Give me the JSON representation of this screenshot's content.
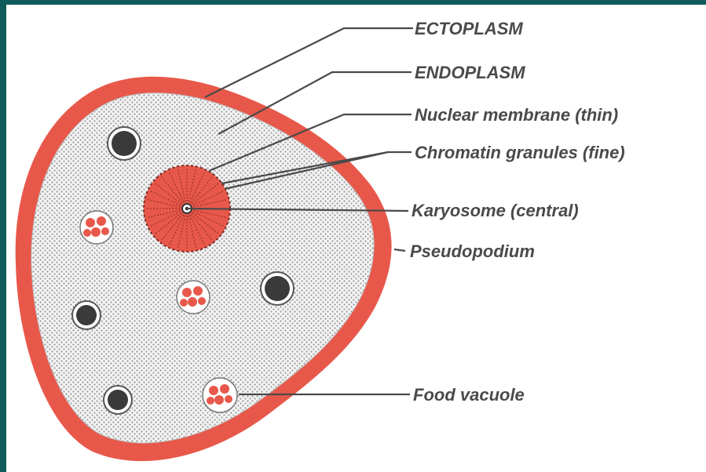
{
  "colors": {
    "background_border": "#0f5c5c",
    "ectoplasm": "#e8584a",
    "nucleus": "#e8584a",
    "food_vacuole": "#e8584a",
    "label_text": "#4a4a4a",
    "inclusion_dark": "#3a3a3a"
  },
  "labels": {
    "ectoplasm": "ECTOPLASM",
    "endoplasm": "ENDOPLASM",
    "nuclear_membrane": "Nuclear membrane (thin)",
    "chromatin_granules": "Chromatin granules (fine)",
    "karyosome": "Karyosome (central)",
    "pseudopodium": "Pseudopodium",
    "food_vacuole": "Food vacuole"
  }
}
